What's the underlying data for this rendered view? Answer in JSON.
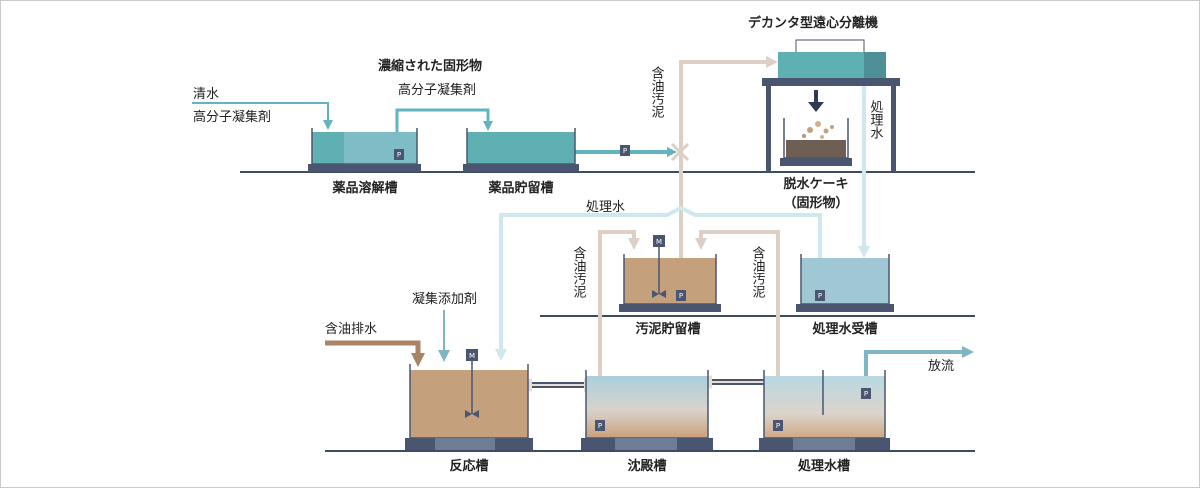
{
  "labels": {
    "clear_water": "清水",
    "polymer_in": "高分子凝集剤",
    "concentrated_solid": "濃縮された固形物",
    "polymer_mid": "高分子凝集剤",
    "decanter": "デカンタ型遠心分離機",
    "oil_sludge_top": "含油汚泥",
    "treated_water_decanter": "処理水",
    "dewatered_cake_1": "脱水ケーキ",
    "dewatered_cake_2": "（固形物）",
    "treated_water_mid": "処理水",
    "oil_sludge_left": "含油汚泥",
    "oil_sludge_right": "含油汚泥",
    "coagulant_aid": "凝集添加剤",
    "oily_wastewater": "含油排水",
    "discharge": "放流"
  },
  "tanks": {
    "chem_dissolve": "薬品溶解槽",
    "chem_storage": "薬品貯留槽",
    "sludge_storage": "汚泥貯留槽",
    "treated_receiving": "処理水受槽",
    "reaction": "反応槽",
    "settling": "沈殿槽",
    "treated_water": "処理水槽"
  },
  "symbols": {
    "pump": "P",
    "mixer": "M"
  },
  "colors": {
    "teal_water": "#5fb0b3",
    "light_blue_water": "#9fc7d4",
    "brown_sludge": "#c4a07c",
    "dark_base": "#4a5670",
    "sludge_pipe": "#ddcfc3",
    "water_pipe": "#cfe7ef",
    "teal_pipe": "#62b4c0",
    "brown_pipe": "#a98363"
  }
}
